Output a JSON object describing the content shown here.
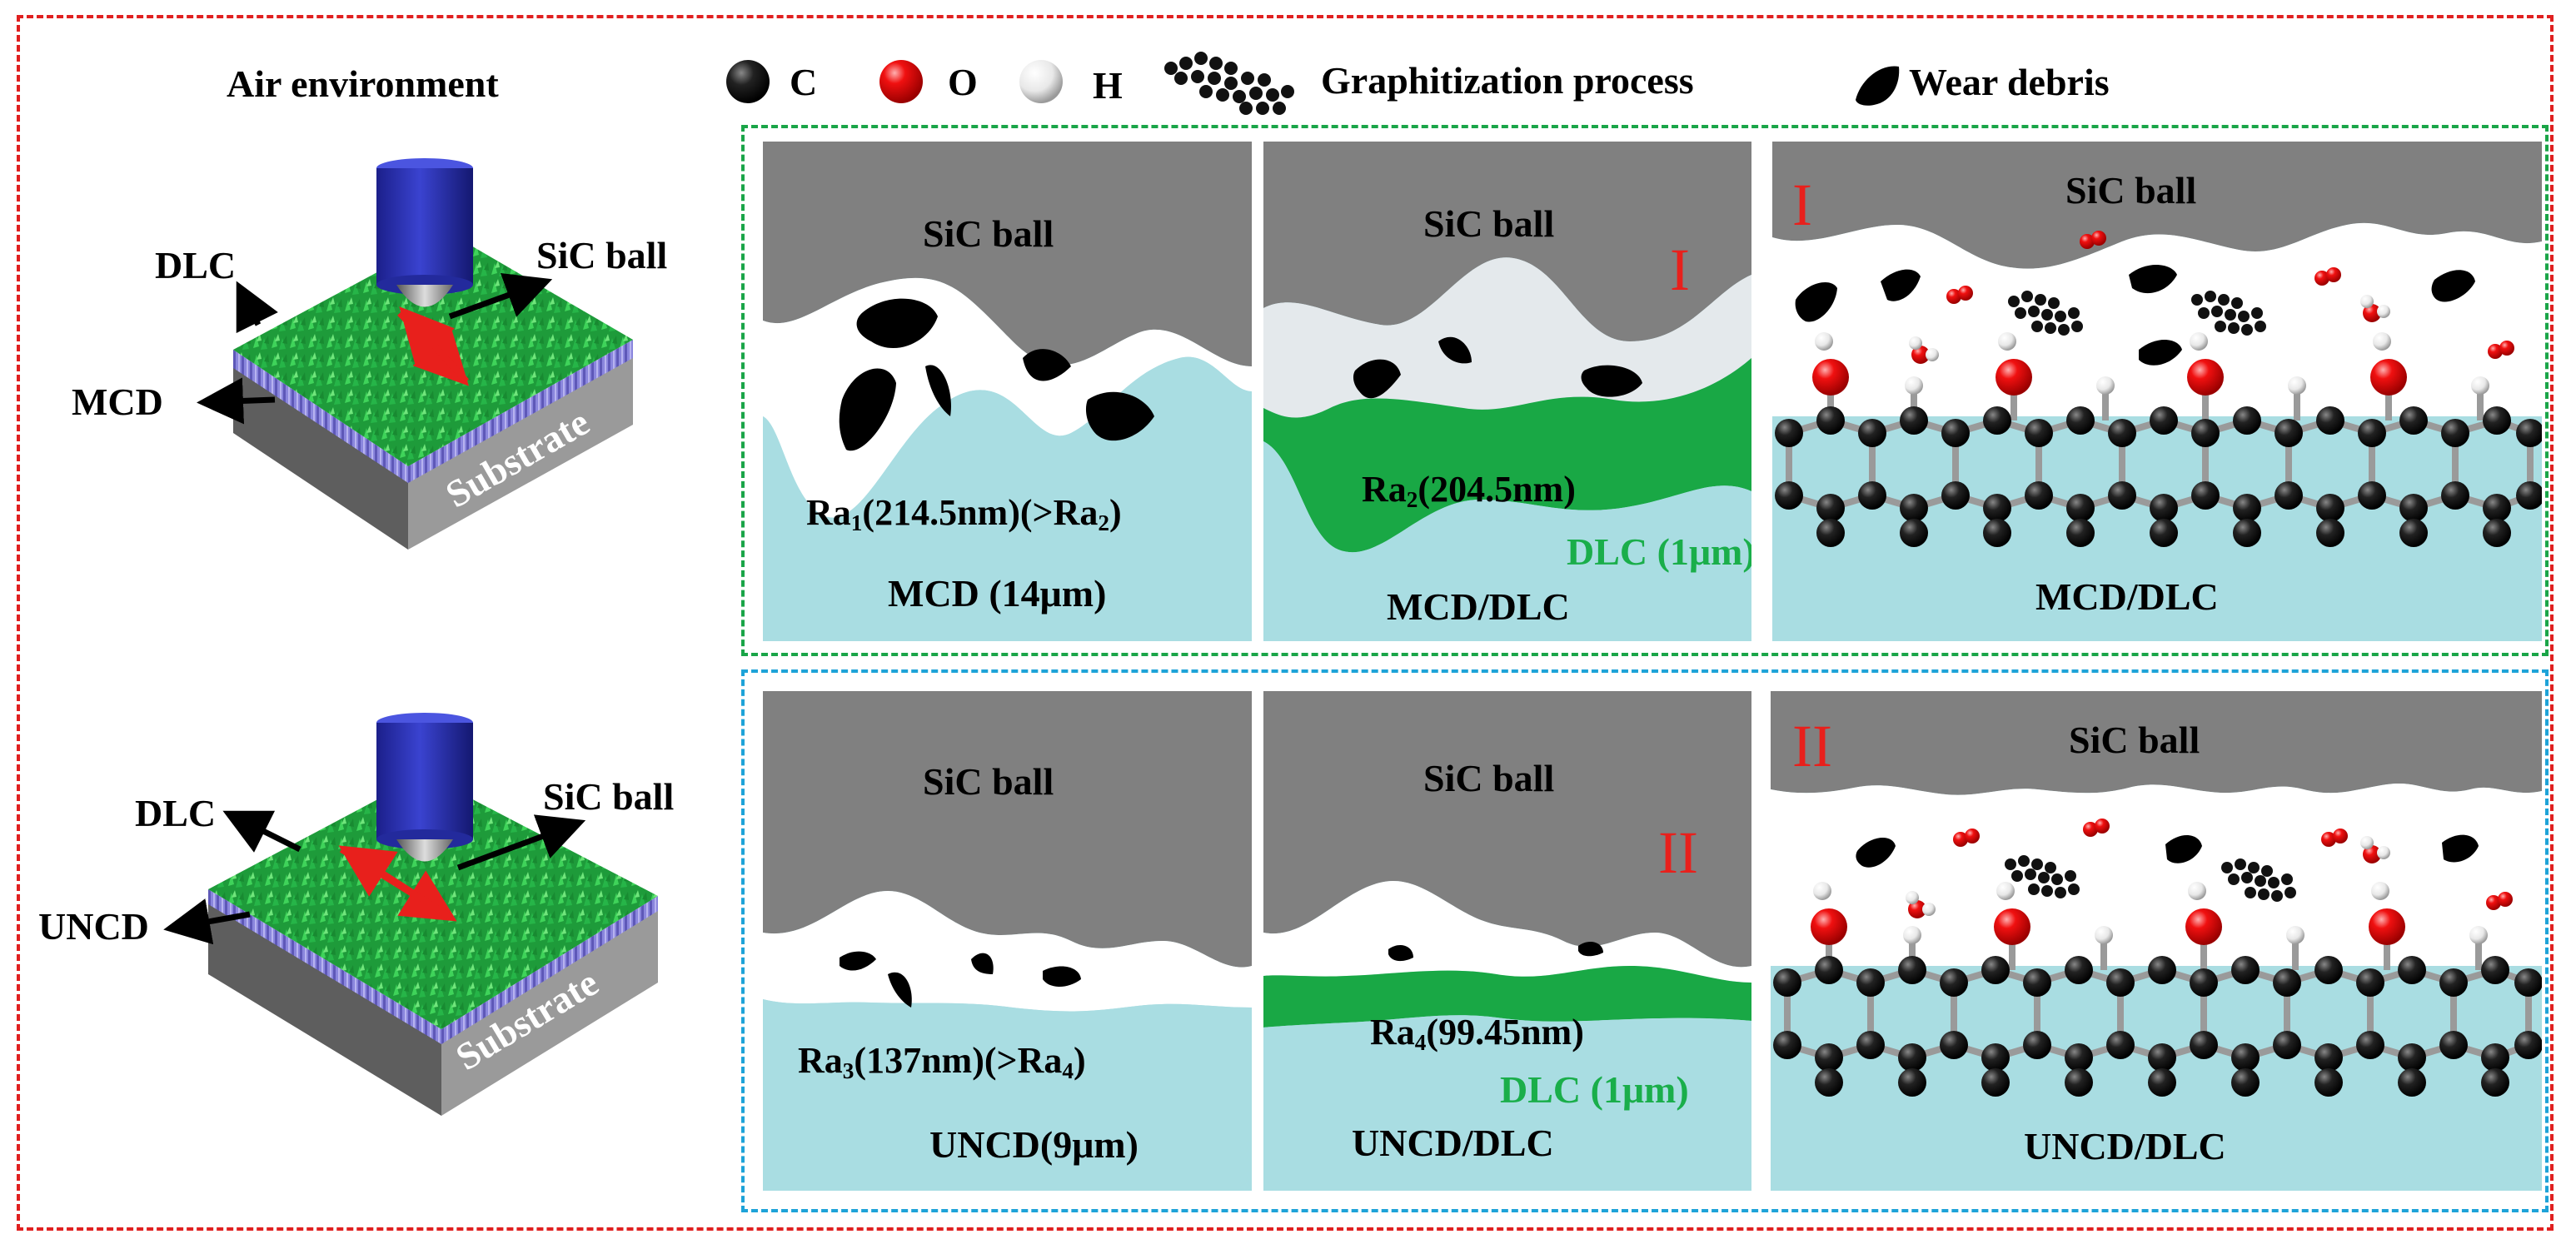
{
  "header": {
    "environment": "Air environment"
  },
  "legend": {
    "carbon": "C",
    "oxygen": "O",
    "hydrogen": "H",
    "graphitization": "Graphitization process",
    "wear_debris": "Wear debris"
  },
  "colors": {
    "frame": "#e02020",
    "mcd_group_border": "#1aa548",
    "uncd_group_border": "#1ea3d8",
    "ball": "#808080",
    "coating_film": "#a9dde2",
    "dlc_layer": "#19a845",
    "roman_numeral": "#e8201c",
    "dlc_text": "#1aae4a"
  },
  "schematics": {
    "top": {
      "dlc": "DLC",
      "ball": "SiC ball",
      "base_film": "MCD",
      "substrate": "Substrate"
    },
    "bottom": {
      "dlc": "DLC",
      "ball": "SiC ball",
      "base_film": "UNCD",
      "substrate": "Substrate"
    }
  },
  "panels": {
    "mcd": {
      "ball": "SiC ball",
      "ra_prefix": "Ra",
      "ra_sub": "1",
      "ra_value": "(214.5nm)(>Ra",
      "ra_cmp_sub": "2",
      "ra_close": ")",
      "film": "MCD (14μm)"
    },
    "mcd_dlc": {
      "ball": "SiC ball",
      "marker": "I",
      "ra_prefix": "Ra",
      "ra_sub": "2",
      "ra_value": "(204.5nm)",
      "dlc": "DLC (1μm)",
      "film": "MCD/DLC"
    },
    "mcd_dlc_mech": {
      "marker": "I",
      "ball": "SiC ball",
      "film": "MCD/DLC"
    },
    "uncd": {
      "ball": "SiC ball",
      "ra_prefix": "Ra",
      "ra_sub": "3",
      "ra_value": "(137nm)(>Ra",
      "ra_cmp_sub": "4",
      "ra_close": ")",
      "film": "UNCD(9μm)"
    },
    "uncd_dlc": {
      "ball": "SiC ball",
      "marker": "II",
      "ra_prefix": "Ra",
      "ra_sub": "4",
      "ra_value": "(99.45nm)",
      "dlc": "DLC (1μm)",
      "film": "UNCD/DLC"
    },
    "uncd_dlc_mech": {
      "marker": "II",
      "ball": "SiC ball",
      "film": "UNCD/DLC"
    }
  }
}
